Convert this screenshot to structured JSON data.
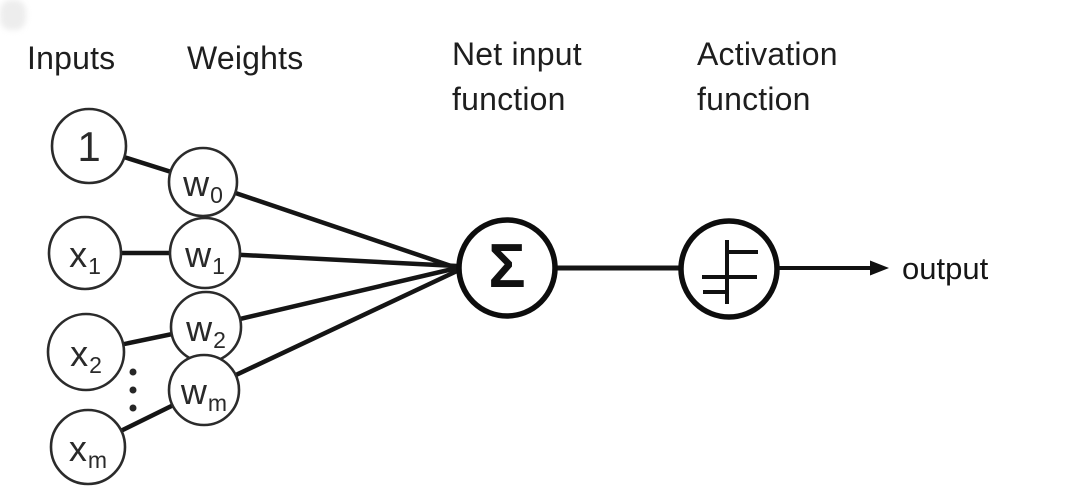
{
  "diagram": {
    "headers": {
      "inputs": "Inputs",
      "weights": "Weights",
      "net_input_function": "Net input function",
      "activation_function": "Activation function"
    },
    "nodes": {
      "bias": {
        "base": "1",
        "sub": ""
      },
      "inputs": [
        {
          "base": "x",
          "sub": "1"
        },
        {
          "base": "x",
          "sub": "2"
        },
        {
          "base": "x",
          "sub": "m"
        }
      ],
      "weights": [
        {
          "base": "w",
          "sub": "0"
        },
        {
          "base": "w",
          "sub": "1"
        },
        {
          "base": "w",
          "sub": "2"
        },
        {
          "base": "w",
          "sub": "m"
        }
      ],
      "sum_symbol": "Σ"
    },
    "icons": {
      "vertical_ellipsis": "vertical-ellipsis",
      "step_function": "threshold-step-function",
      "output_arrow": "right-arrow"
    },
    "output_label": "output",
    "colors": {
      "stroke": "#111111",
      "text": "#1c1c1c",
      "background": "#ffffff"
    }
  }
}
